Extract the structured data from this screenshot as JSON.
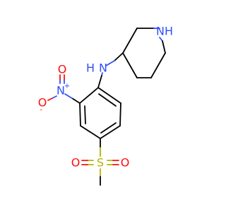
{
  "colors": {
    "bond": "#000000",
    "nitrogen": "#3050F8",
    "oxygen": "#FF0D0D",
    "sulfur": "#B3B300",
    "background": "#FFFFFF"
  },
  "atoms": {
    "piperidine_nh": {
      "element": "N",
      "label": "NH"
    },
    "amine_nh": {
      "element": "N",
      "label": "N",
      "sublabel": "H"
    },
    "nitro_n": {
      "element": "N",
      "label": "N",
      "charge": "+"
    },
    "nitro_o_minus": {
      "element": "O",
      "label": "O",
      "charge": "-"
    },
    "nitro_o": {
      "element": "O",
      "label": "O"
    },
    "sulfonyl_s": {
      "element": "S",
      "label": "S"
    },
    "sulfonyl_o_left": {
      "element": "O",
      "label": "O"
    },
    "sulfonyl_o_right": {
      "element": "O",
      "label": "O"
    }
  }
}
